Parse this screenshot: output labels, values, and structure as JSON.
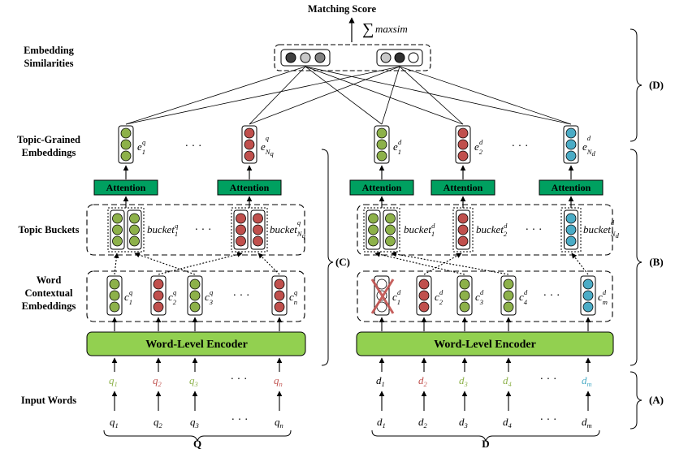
{
  "title": "Matching Score",
  "sum_label": "maxsim",
  "sum_symbol": "∑",
  "row_labels": {
    "embedding_similarities": [
      "Embedding",
      "Similarities"
    ],
    "topic_grained": [
      "Topic-Grained",
      "Embeddings"
    ],
    "topic_buckets": "Topic Buckets",
    "word_contextual": [
      "Word",
      "Contextual",
      "Embeddings"
    ],
    "input_words": "Input Words"
  },
  "attention_label": "Attention",
  "encoder_label": "Word-Level Encoder",
  "ellipsis": "· · ·",
  "brackets": {
    "A": "(A)",
    "B": "(B)",
    "C": "(C)",
    "D": "(D)"
  },
  "groups": {
    "Q": "Q",
    "D": "D"
  },
  "colors": {
    "green": "#8db14a",
    "red": "#c0504d",
    "teal": "#4bacc6",
    "gray_light": "#c8c8c8",
    "gray_dark": "#404040",
    "attention_bg": "#00a060",
    "encoder_bg": "#92d050"
  },
  "query": {
    "inputs": [
      {
        "b": "q",
        "s": "1"
      },
      {
        "b": "q",
        "s": "2"
      },
      {
        "b": "q",
        "s": "3"
      },
      {
        "b": "q",
        "s": "n"
      }
    ],
    "input_colors": [
      "green",
      "red",
      "green",
      "red"
    ],
    "contextual": [
      {
        "b": "c",
        "s": "1",
        "u": "q"
      },
      {
        "b": "c",
        "s": "2",
        "u": "q"
      },
      {
        "b": "c",
        "s": "3",
        "u": "q"
      },
      {
        "b": "c",
        "s": "n",
        "u": "q"
      }
    ],
    "buckets": [
      {
        "b": "bucket",
        "s": "1",
        "u": "q"
      },
      {
        "b": "bucket",
        "s": "Nq",
        "u": "q"
      }
    ],
    "topic_embeddings": [
      {
        "b": "e",
        "s": "1",
        "u": "q"
      },
      {
        "b": "e",
        "s": "Nq",
        "u": "q"
      }
    ]
  },
  "doc": {
    "inputs": [
      {
        "b": "d",
        "s": "1"
      },
      {
        "b": "d",
        "s": "2"
      },
      {
        "b": "d",
        "s": "3"
      },
      {
        "b": "d",
        "s": "4"
      },
      {
        "b": "d",
        "s": "m"
      }
    ],
    "input_colors": [
      "black",
      "red",
      "green",
      "green",
      "teal"
    ],
    "contextual": [
      {
        "b": "c",
        "s": "1",
        "u": "d"
      },
      {
        "b": "c",
        "s": "2",
        "u": "d"
      },
      {
        "b": "c",
        "s": "3",
        "u": "d"
      },
      {
        "b": "c",
        "s": "4",
        "u": "d"
      },
      {
        "b": "c",
        "s": "m",
        "u": "d"
      }
    ],
    "buckets": [
      {
        "b": "bucket",
        "s": "1",
        "u": "d"
      },
      {
        "b": "bucket",
        "s": "2",
        "u": "d"
      },
      {
        "b": "bucket",
        "s": "Nd",
        "u": "d"
      }
    ],
    "topic_embeddings": [
      {
        "b": "e",
        "s": "1",
        "u": "d"
      },
      {
        "b": "e",
        "s": "2",
        "u": "d"
      },
      {
        "b": "e",
        "s": "Nd",
        "u": "d"
      }
    ]
  }
}
